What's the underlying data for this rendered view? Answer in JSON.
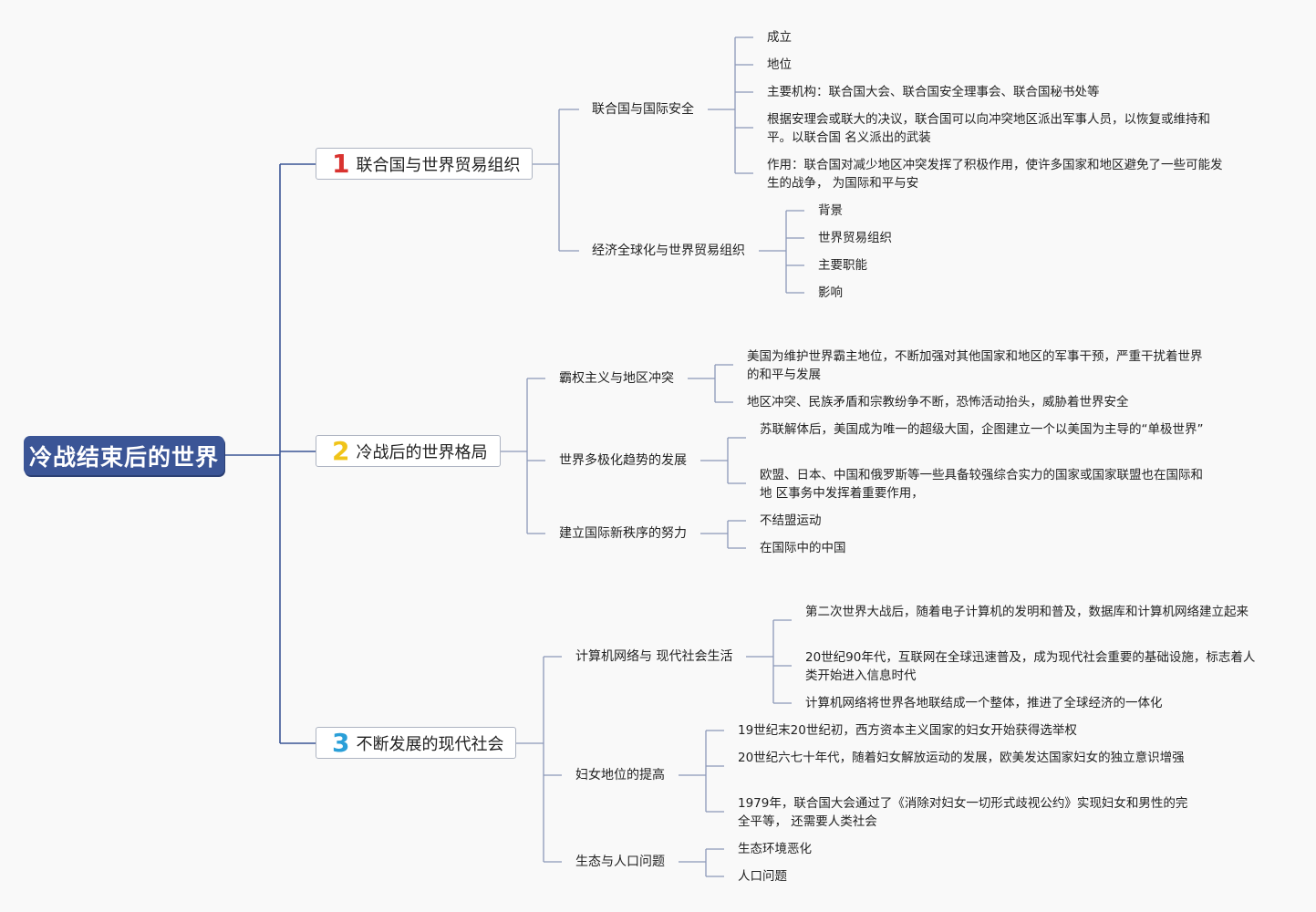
{
  "root": {
    "title": "冷战结束后的世界"
  },
  "branches": [
    {
      "num": "1",
      "label": "联合国与世界贸易组织",
      "num_color": "#d9322f",
      "subs": [
        {
          "label": "联合国与国际安全",
          "leaves": [
            "成立",
            "地位",
            "主要机构：联合国大会、联合国安全理事会、联合国秘书处等",
            "根据安理会或联大的决议，联合国可以向冲突地区派出军事人员，以恢复或维持和平。以联合国 名义派出的武装",
            "作用：联合国对减少地区冲突发挥了积极作用，使许多国家和地区避免了一些可能发生的战争， 为国际和平与安"
          ]
        },
        {
          "label": "经济全球化与世界贸易组织",
          "leaves": [
            "背景",
            "世界贸易组织",
            "主要职能",
            "影响"
          ]
        }
      ]
    },
    {
      "num": "2",
      "label": "冷战后的世界格局",
      "num_color": "#f0c419",
      "subs": [
        {
          "label": "霸权主义与地区冲突",
          "leaves": [
            "美国为维护世界霸主地位，不断加强对其他国家和地区的军事干预，严重干扰着世界的和平与发展",
            "地区冲突、民族矛盾和宗教纷争不断，恐怖活动抬头，威胁着世界安全"
          ]
        },
        {
          "label": "世界多极化趋势的发展",
          "leaves": [
            "苏联解体后，美国成为唯一的超级大国，企图建立一个以美国为主导的“单极世界”",
            "欧盟、日本、中国和俄罗斯等一些具备较强综合实力的国家或国家联盟也在国际和地 区事务中发挥着重要作用，"
          ]
        },
        {
          "label": "建立国际新秩序的努力",
          "leaves": [
            "不结盟运动",
            "在国际中的中国"
          ]
        }
      ]
    },
    {
      "num": "3",
      "label": "不断发展的现代社会",
      "num_color": "#2a9fd8",
      "subs": [
        {
          "label": "计算机网络与 现代社会生活",
          "leaves": [
            "第二次世界大战后，随着电子计算机的发明和普及，数据库和计算机网络建立起来",
            "20世纪90年代，互联网在全球迅速普及，成为现代社会重要的基础设施，标志着人类开始进入信息时代",
            "计算机网络将世界各地联结成一个整体，推进了全球经济的一体化"
          ]
        },
        {
          "label": "妇女地位的提高",
          "leaves": [
            "19世纪末20世纪初，西方资本主义国家的妇女开始获得选举权",
            "20世纪六七十年代，随着妇女解放运动的发展，欧美发达国家妇女的独立意识增强",
            "1979年，联合国大会通过了《消除对妇女一切形式歧视公约》实现妇女和男性的完全平等， 还需要人类社会"
          ]
        },
        {
          "label": "生态与人口问题",
          "leaves": [
            "生态环境恶化",
            "人口问题"
          ]
        }
      ]
    }
  ],
  "colors": {
    "root_bg": "#3b5596",
    "line_main": "#3b5596",
    "line_light": "#8c98b8"
  }
}
